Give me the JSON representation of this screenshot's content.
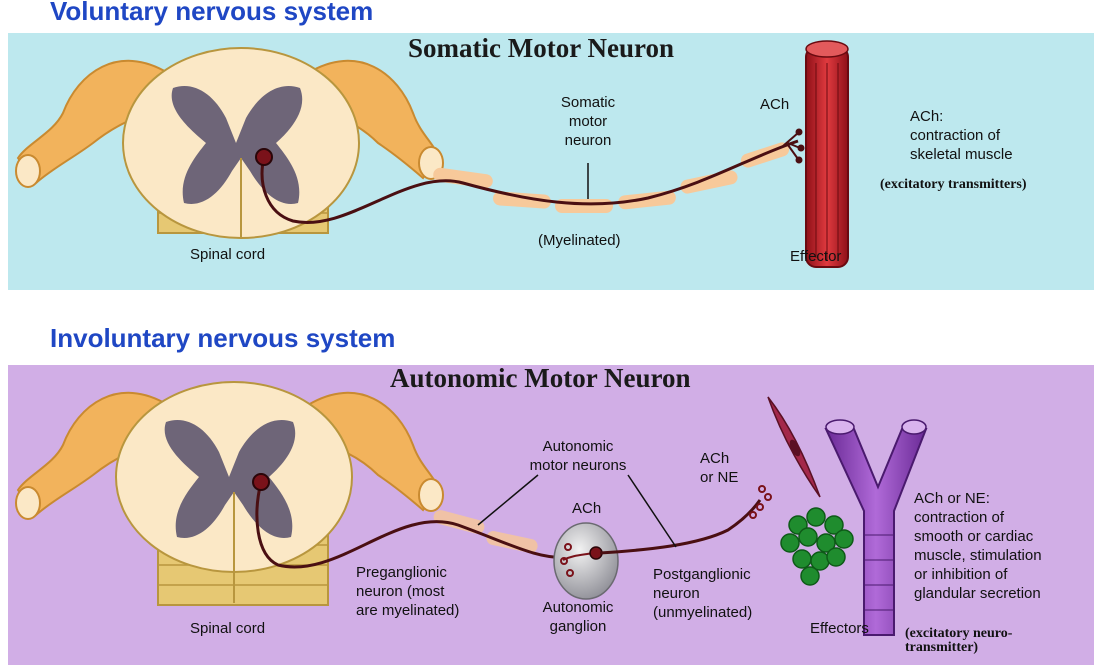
{
  "sections": {
    "voluntary": {
      "heading": "Voluntary nervous system",
      "title": "Somatic Motor Neuron",
      "labels": {
        "spinal_cord": "Spinal cord",
        "neuron": "Somatic\nmotor\nneuron",
        "myelinated": "(Myelinated)",
        "ach": "ACh",
        "effector": "Effector",
        "effect_desc": "ACh:\ncontraction of\nskeletal muscle",
        "transmitter_note": "(excitatory transmitters)"
      }
    },
    "involuntary": {
      "heading": "Involuntary nervous system",
      "title": "Autonomic Motor Neuron",
      "labels": {
        "spinal_cord": "Spinal cord",
        "autonomic_motor_neurons": "Autonomic\nmotor neurons",
        "ach_ganglion": "ACh",
        "ach_or_ne": "ACh\nor NE",
        "preganglionic": "Preganglionic\nneuron (most\nare myelinated)",
        "ganglion": "Autonomic\nganglion",
        "postganglionic": "Postganglionic\nneuron\n(unmyelinated)",
        "effectors": "Effectors",
        "effect_desc": "ACh or NE:\ncontraction of\nsmooth or cardiac\nmuscle, stimulation\nor inhibition of\nglandular secretion",
        "transmitter_note": "(excitatory neuro-\n transmitter)"
      }
    }
  },
  "colors": {
    "heading": "#1f47c4",
    "somatic_bg": "#bde8ee",
    "autonomic_bg": "#d1aee6",
    "spinal_white_matter": "#fbe8c6",
    "spinal_gray_matter": "#6e6578",
    "nerve_root": "#f2b35c",
    "muscle": "#c8202a",
    "vessel": "#9a4fc4",
    "gland_cells": "#1f8c2e"
  }
}
